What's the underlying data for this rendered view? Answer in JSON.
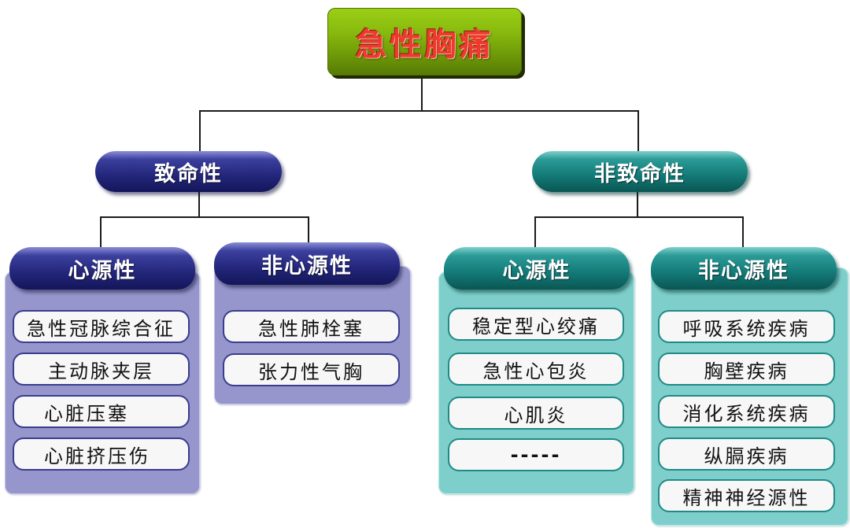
{
  "diagram": {
    "root": {
      "label": "急性胸痛",
      "color": "#8ab80f",
      "text_color": "#ee3a2c"
    },
    "branches": [
      {
        "label": "致命性",
        "color": "#23267a",
        "children": [
          {
            "label": "心源性",
            "items": [
              "急性冠脉综合征",
              "主动脉夹层",
              "心脏压塞",
              "心脏挤压伤"
            ]
          },
          {
            "label": "非心源性",
            "items": [
              "急性肺栓塞",
              "张力性气胸"
            ]
          }
        ]
      },
      {
        "label": "非致命性",
        "color": "#137a77",
        "children": [
          {
            "label": "心源性",
            "items": [
              "稳定型心绞痛",
              "急性心包炎",
              "心肌炎",
              "-----"
            ]
          },
          {
            "label": "非心源性",
            "items": [
              "呼吸系统疾病",
              "胸壁疾病",
              "消化系统疾病",
              "纵膈疾病",
              "精神神经源性"
            ]
          }
        ]
      }
    ]
  }
}
